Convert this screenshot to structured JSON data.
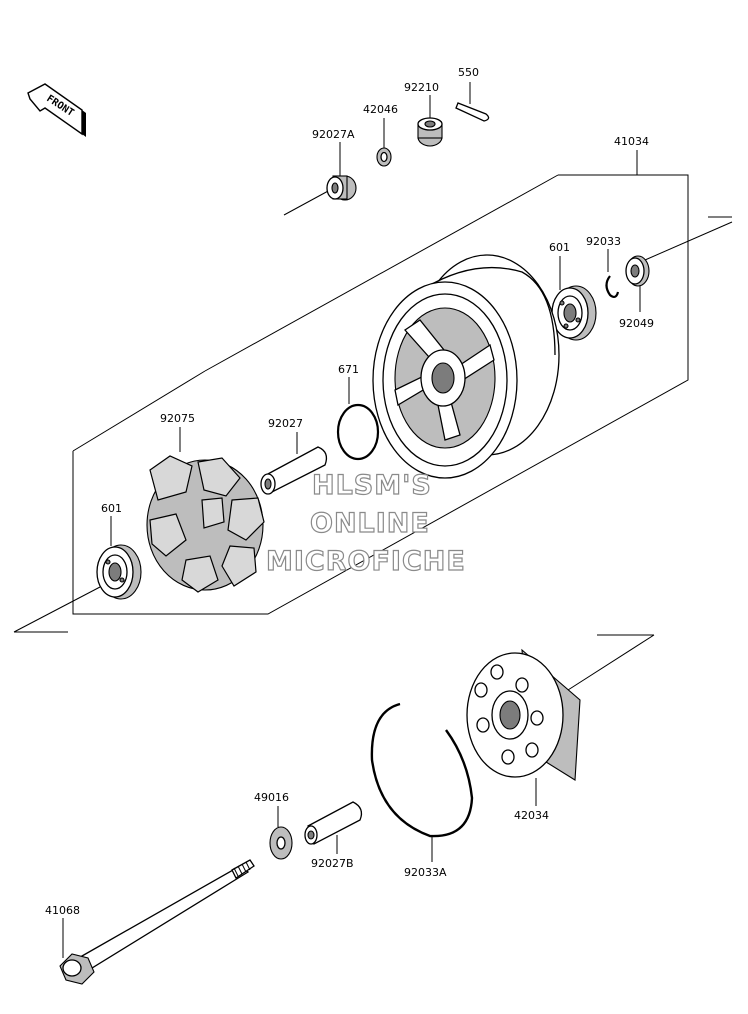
{
  "front_tag": "FRONT",
  "watermark": [
    "HLSM'S",
    "ONLINE",
    "MICROFICHE"
  ],
  "parts": {
    "p550": "550",
    "p92210": "92210",
    "p42046": "42046",
    "p92027A": "92027A",
    "p41034": "41034",
    "p601_top": "601",
    "p92033": "92033",
    "p92049": "92049",
    "p671": "671",
    "p92075": "92075",
    "p92027": "92027",
    "p601_left": "601",
    "p42034": "42034",
    "p49016": "49016",
    "p92027B": "92027B",
    "p92033A": "92033A",
    "p41068": "41068"
  }
}
